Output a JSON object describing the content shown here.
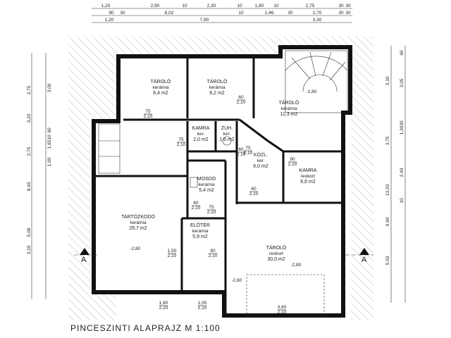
{
  "title": "PINCESZINTI  ALAPRAJZ  M 1:100",
  "section_marks": {
    "left": "A",
    "right": "A"
  },
  "top_dimensions": {
    "row1": [
      "1,20",
      "2,90",
      "10",
      "2,30",
      "10",
      "1,80",
      "10",
      "2,75",
      "30",
      "30"
    ],
    "row2": [
      "90",
      "30",
      "6,02",
      "10",
      "1,46",
      "30",
      "2,70",
      "30",
      "30"
    ],
    "row3": [
      "1,20",
      "7,90",
      "3,30"
    ]
  },
  "left_dimensions": {
    "outer": [
      "2,75",
      "3,20",
      "2,75",
      "8,40",
      "3,20",
      "5,08"
    ],
    "inner": [
      "3,00",
      "1,65",
      "1,90",
      "60",
      "10"
    ]
  },
  "right_dimensions": {
    "outer": [
      "3,30",
      "3,75",
      "13,20",
      "9,90",
      "5,50"
    ],
    "inner": [
      "3,05",
      "1,30",
      "2,40",
      "10",
      "30",
      "60"
    ]
  },
  "rooms": [
    {
      "name": "TÁROLÓ",
      "floor": "kerámia",
      "area": "6,4 m2"
    },
    {
      "name": "TÁROLÓ",
      "floor": "kerámia",
      "area": "8,2 m2"
    },
    {
      "name": "TÁROLÓ",
      "floor": "kerámia",
      "area": "11,3 m2"
    },
    {
      "name": "KAMRA",
      "floor": "ker.",
      "area": "2,0 m2"
    },
    {
      "name": "ZUH.",
      "floor": "ker.",
      "area": "1,6 m2"
    },
    {
      "name": "KÖZL.",
      "floor": "ker.",
      "area": "6,0 m2"
    },
    {
      "name": "KAMRA",
      "floor": "reokort",
      "area": "6,6 m2"
    },
    {
      "name": "MOSDÓ",
      "floor": "kerámia",
      "area": "5,4 m2"
    },
    {
      "name": "TARTÓZKODÓ",
      "floor": "kerámia",
      "area": "29,7 m2"
    },
    {
      "name": "ELŐTÉR",
      "floor": "kerámia",
      "area": "5,9 m2"
    },
    {
      "name": "TÁROLÓ",
      "floor": "reokort",
      "area": "30,0 m2"
    }
  ],
  "door_tags": [
    {
      "w": "60",
      "h": "2,10"
    },
    {
      "w": "75",
      "h": "2,10"
    },
    {
      "w": "75",
      "h": "2,10"
    },
    {
      "w": "60",
      "h": "2,10"
    },
    {
      "w": "75",
      "h": "2,10"
    },
    {
      "w": "60",
      "h": "2,10"
    },
    {
      "w": "90",
      "h": "2,10"
    },
    {
      "w": "75",
      "h": "2,10"
    },
    {
      "w": "60",
      "h": "2,10"
    },
    {
      "w": "1,50",
      "h": "2,10"
    },
    {
      "w": "90",
      "h": "2,10"
    },
    {
      "w": "1,80",
      "h": "2,10"
    },
    {
      "w": "1,00",
      "h": "2,10"
    },
    {
      "w": "3,60",
      "h": "2,10"
    }
  ],
  "levels": [
    "-2,80",
    "-2,80",
    "-2,80",
    "-2,60"
  ]
}
